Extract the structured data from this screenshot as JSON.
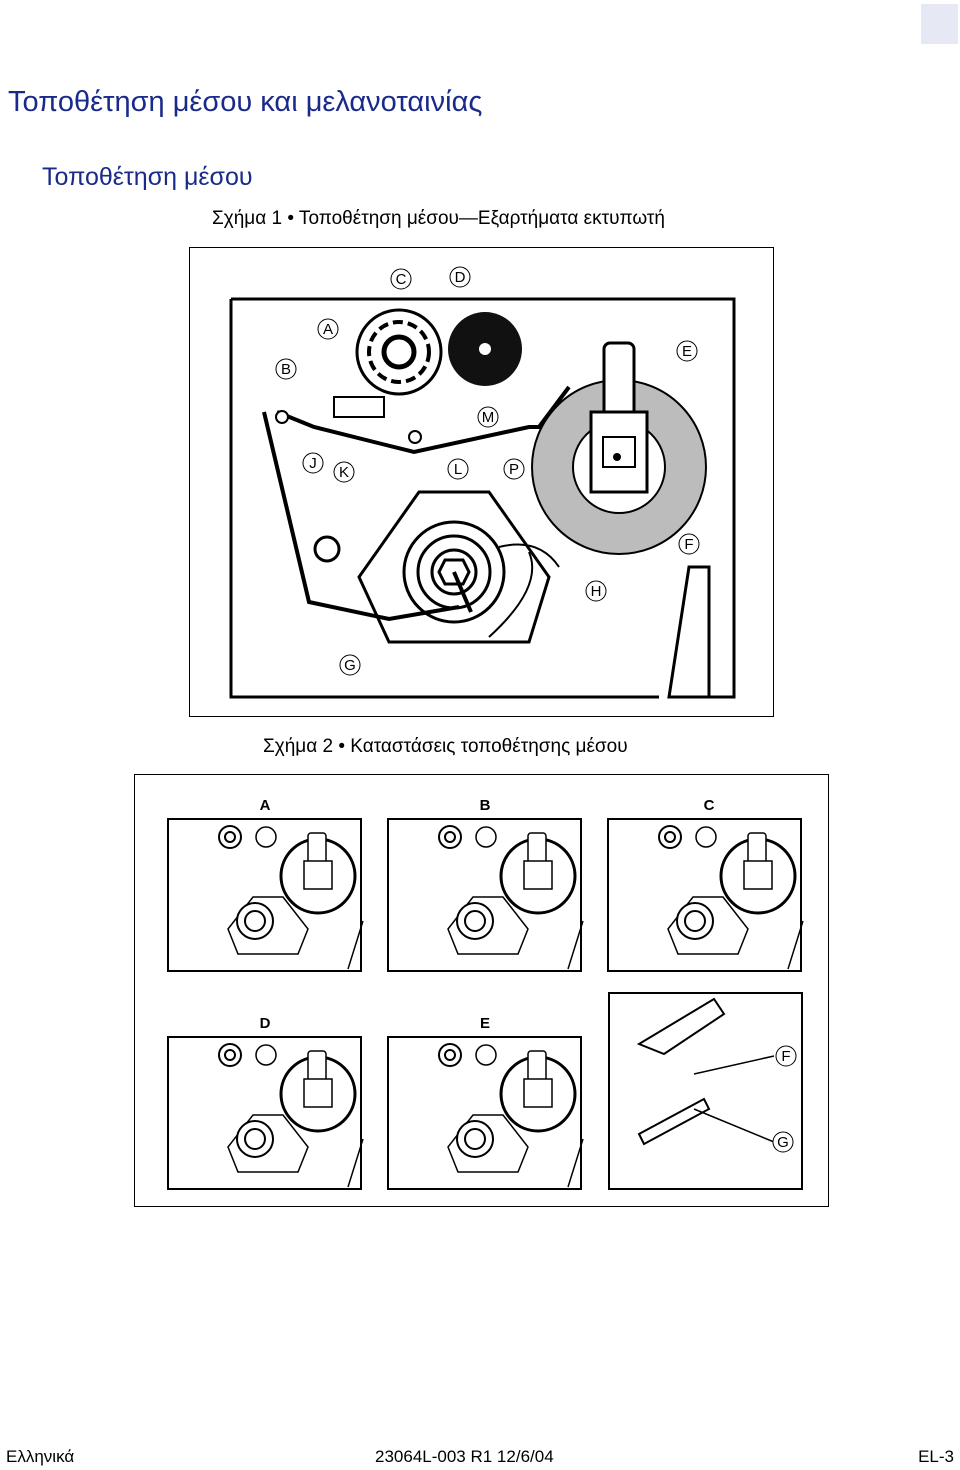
{
  "heading": "Τοποθέτηση μέσου και μελανοταινίας",
  "subheading": "Τοποθέτηση μέσου",
  "figure1": {
    "caption": "Σχήμα 1 • Τοποθέτηση μέσου—Εξαρτήματα εκτυπωτή",
    "labels": [
      "A",
      "B",
      "C",
      "D",
      "E",
      "F",
      "G",
      "H",
      "J",
      "K",
      "L",
      "M",
      "P"
    ]
  },
  "figure2": {
    "caption": "Σχήμα 2 • Καταστάσεις τοποθέτησης μέσου",
    "panels": [
      "A",
      "B",
      "C",
      "D",
      "E"
    ],
    "callouts": [
      "F",
      "G"
    ]
  },
  "footer": {
    "language": "Ελληνικά",
    "doc_id": "23064L-003  R1   12/6/04",
    "page": "EL-3"
  }
}
